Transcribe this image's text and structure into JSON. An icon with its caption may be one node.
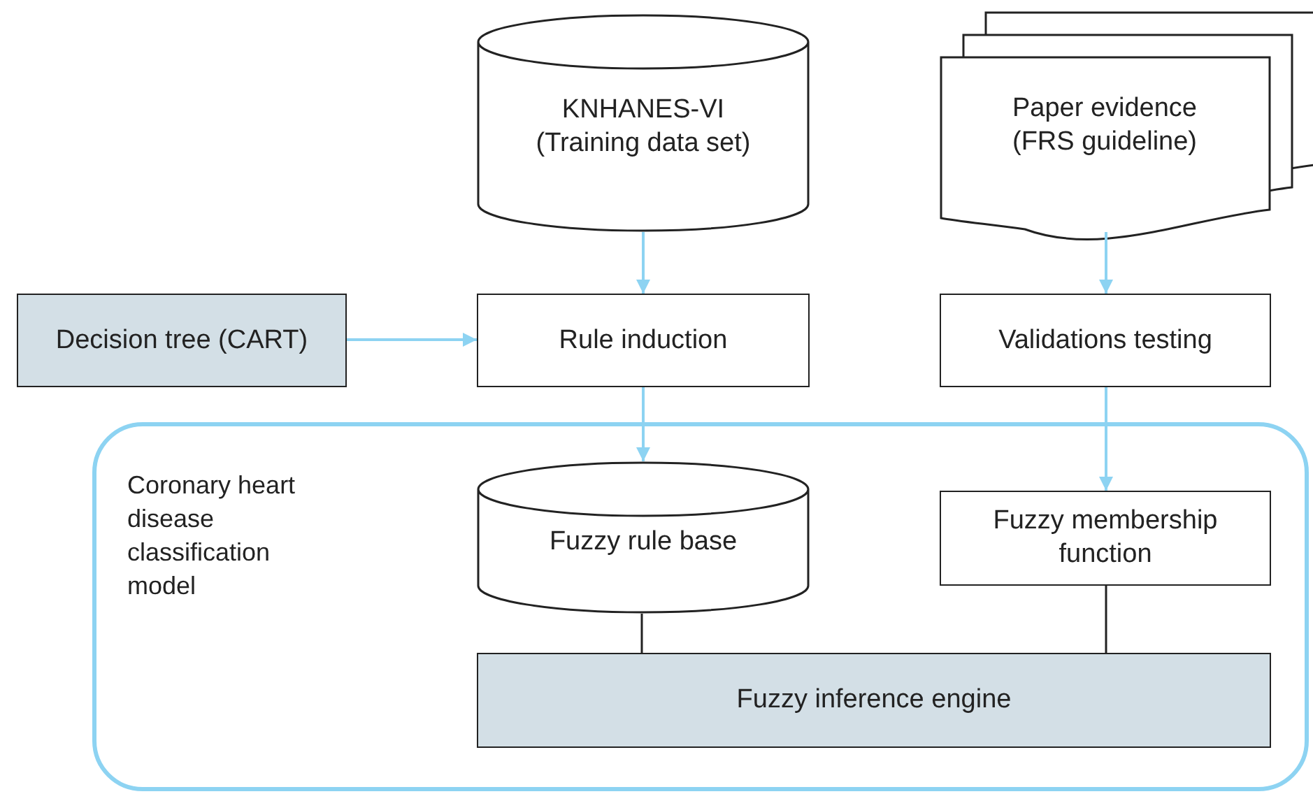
{
  "diagram": {
    "nodes": [
      {
        "text": [
          "KNHANES-VI (Training data set)"
        ]
      },
      {
        "text": [
          "Paper evidence (FRS guideline)"
        ]
      },
      {
        "text": [
          "Decision tree (CART)"
        ]
      },
      {
        "text": [
          "Rule induction"
        ]
      },
      {
        "text": [
          "Validations testing"
        ]
      },
      {
        "text": [
          "Coronary heart disease classification model"
        ]
      },
      {
        "text": [
          "Fuzzy rule base"
        ],
        "in": 5
      },
      {
        "text": [
          "Fuzzy membership function"
        ],
        "in": 5
      },
      {
        "text": [
          "Fuzzy inference engine"
        ],
        "in": 5
      }
    ],
    "edges": [
      {
        "from": 0,
        "to": 3,
        "arrow": "to"
      },
      {
        "from": 1,
        "to": 4,
        "arrow": "to"
      },
      {
        "from": 2,
        "to": 3,
        "arrow": "to"
      },
      {
        "from": 3,
        "to": 6,
        "arrow": "to"
      },
      {
        "from": 4,
        "to": 7,
        "arrow": "to"
      },
      {
        "from": 6,
        "to": 8,
        "arrow": "none",
        "color": "#222222"
      },
      {
        "from": 7,
        "to": 8,
        "arrow": "none",
        "color": "#222222"
      }
    ]
  }
}
